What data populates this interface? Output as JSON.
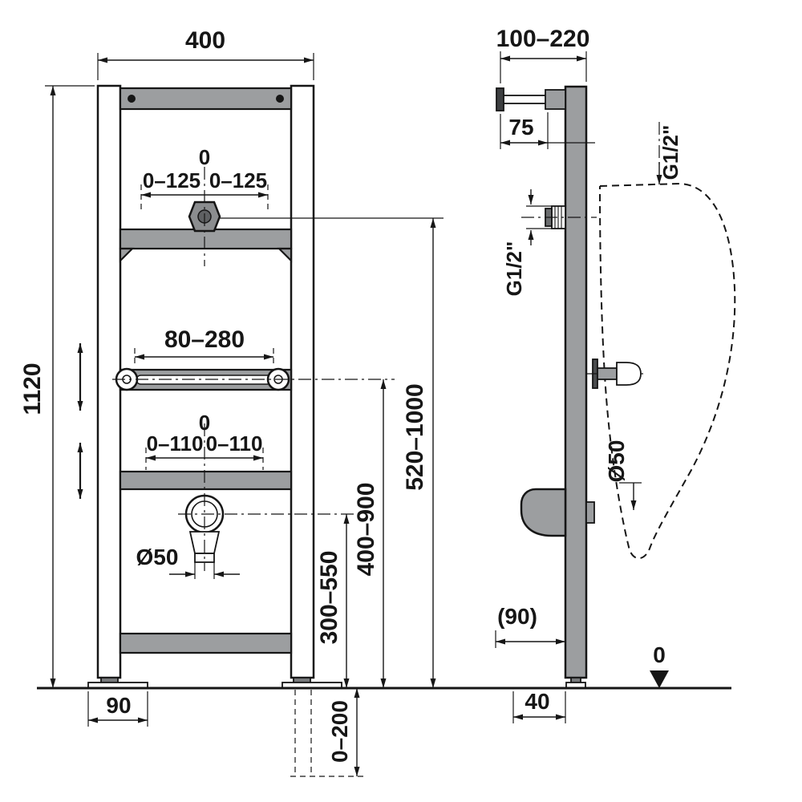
{
  "drawing": {
    "front": {
      "width": "400",
      "height": "1120",
      "inlet_left": "0–125",
      "inlet_zero": "0",
      "inlet_right": "0–125",
      "slot_range": "80–280",
      "drain_left": "0–110",
      "drain_zero": "0",
      "drain_right": "0–110",
      "drain_dia": "Ø50",
      "foot_width": "90",
      "h_inlet": "520–1000",
      "h_slot": "400–900",
      "h_drain": "300–550",
      "h_below": "0–200"
    },
    "side": {
      "depth_range": "100–220",
      "bracket": "75",
      "thread_frame": "G1/2\"",
      "thread_urinal": "G1/2\"",
      "pipe_dia": "Ø50",
      "drain_offset": "(90)",
      "foot_offset": "40",
      "datum": "0"
    }
  }
}
